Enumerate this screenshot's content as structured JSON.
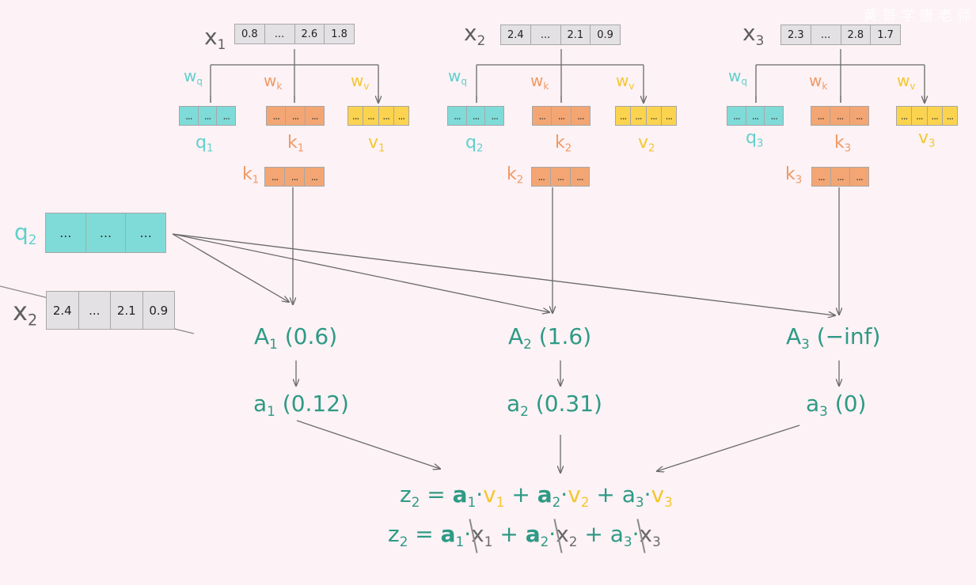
{
  "watermark": "黄 哥 学 唐 老 师",
  "inputs": [
    {
      "label": "x",
      "sub": "1",
      "values": [
        "0.8",
        "...",
        "2.6",
        "1.8"
      ]
    },
    {
      "label": "x",
      "sub": "2",
      "values": [
        "2.4",
        "...",
        "2.1",
        "0.9"
      ]
    },
    {
      "label": "x",
      "sub": "3",
      "values": [
        "2.3",
        "...",
        "2.8",
        "1.7"
      ]
    }
  ],
  "weights": {
    "q": "w",
    "q_sub": "q",
    "k": "w",
    "k_sub": "k",
    "v": "w",
    "v_sub": "v"
  },
  "qkv": {
    "cell_text": "...",
    "q": "q",
    "k": "k",
    "v": "v",
    "subs": [
      "1",
      "2",
      "3"
    ]
  },
  "query_vector": {
    "label": "q",
    "sub": "2",
    "cells": [
      "...",
      "...",
      "..."
    ]
  },
  "masked_input": {
    "label": "x",
    "sub": "2",
    "values": [
      "2.4",
      "...",
      "2.1",
      "0.9"
    ]
  },
  "scores": [
    {
      "name": "A",
      "sub": "1",
      "value": "(0.6)"
    },
    {
      "name": "A",
      "sub": "2",
      "value": "(1.6)"
    },
    {
      "name": "A",
      "sub": "3",
      "value": "(−inf)"
    }
  ],
  "weights_norm": [
    {
      "name": "a",
      "sub": "1",
      "value": "(0.12)"
    },
    {
      "name": "a",
      "sub": "2",
      "value": "(0.31)"
    },
    {
      "name": "a",
      "sub": "3",
      "value": "(0)"
    }
  ],
  "equation1": {
    "lhs": "z",
    "lhs_sub": "2",
    "eq": " = ",
    "a": "a",
    "dot": "·",
    "plus": " + ",
    "v": "v",
    "subs": [
      "1",
      "2",
      "3"
    ]
  },
  "equation2": {
    "lhs": "z",
    "lhs_sub": "2",
    "eq": " = ",
    "a": "a",
    "dot": "·",
    "plus": " + ",
    "x": "x",
    "subs": [
      "1",
      "2",
      "3"
    ]
  }
}
